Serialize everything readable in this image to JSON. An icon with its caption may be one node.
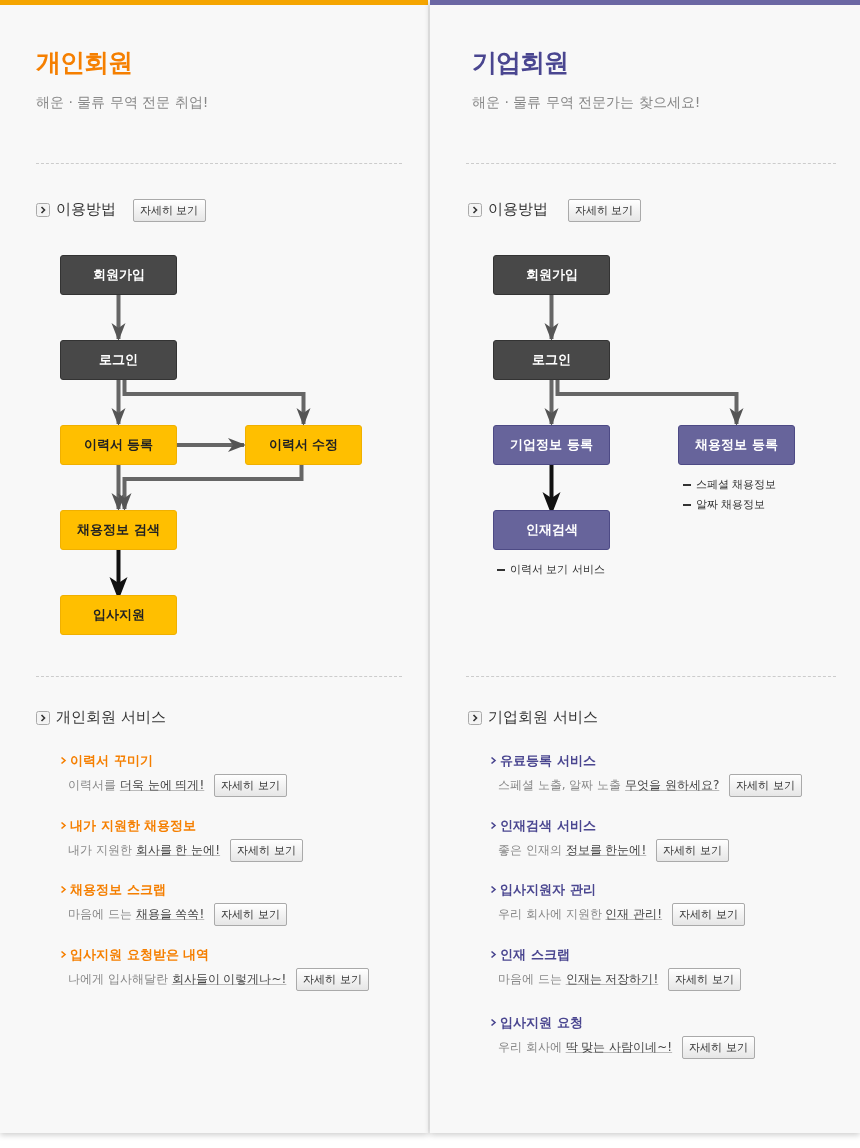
{
  "diagram": {
    "nodes": [
      {
        "text": [
          "회원가입"
        ]
      },
      {
        "text": [
          "로그인"
        ]
      },
      {
        "text": [
          "이력서 등록"
        ]
      },
      {
        "text": [
          "이력서 수정"
        ]
      },
      {
        "text": [
          "채용정보 검색"
        ]
      },
      {
        "text": [
          "입사지원"
        ]
      },
      {
        "text": [
          "회원가입"
        ]
      },
      {
        "text": [
          "로그인"
        ]
      },
      {
        "text": [
          "기업정보 등록"
        ]
      },
      {
        "text": [
          "채용정보 등록"
        ],
        "beside": [
          "스페셜 채용정보",
          "알짜 채용정보"
        ]
      },
      {
        "text": [
          "인재검색"
        ],
        "beside": [
          "이력서 보기 서비스"
        ]
      }
    ],
    "edges": [
      {
        "from": 0,
        "to": 1,
        "arrow": "to"
      },
      {
        "from": 1,
        "to": 2,
        "arrow": "to"
      },
      {
        "from": 1,
        "to": 3,
        "arrow": "to"
      },
      {
        "from": 2,
        "to": 3,
        "arrow": "to"
      },
      {
        "from": 2,
        "to": 4,
        "arrow": "to"
      },
      {
        "from": 3,
        "to": 4,
        "arrow": "to"
      },
      {
        "from": 4,
        "to": 5,
        "arrow": "to",
        "color": "#111111"
      },
      {
        "from": 6,
        "to": 7,
        "arrow": "to"
      },
      {
        "from": 7,
        "to": 8,
        "arrow": "to"
      },
      {
        "from": 7,
        "to": 9,
        "arrow": "to"
      },
      {
        "from": 8,
        "to": 10,
        "arrow": "to",
        "color": "#111111"
      }
    ],
    "labels": [
      "개인회원",
      "해운 · 물류 무역 전문 취업!",
      "이용방법",
      "자세히 보기",
      "개인회원 서비스",
      "이력서 꾸미기",
      "이력서를 **더욱 눈에 띄게!**",
      "자세히 보기",
      "내가 지원한 채용정보",
      "내가 지원한 **회사를 한 눈에!**",
      "자세히 보기",
      "채용정보 스크랩",
      "마음에 드는 **채용을 쏙쏙!**",
      "자세히 보기",
      "입사지원 요청받은 내역",
      "나에게 입사해달란 **회사들이 이렇게나~!**",
      "자세히 보기",
      "기업회원",
      "해운 · 물류 무역 전문가는 찾으세요!",
      "이용방법",
      "자세히 보기",
      "기업회원 서비스",
      "유료등록 서비스",
      "스페셜 노출, 알짜 노출 **무엇을 원하세요?**",
      "자세히 보기",
      "인재검색 서비스",
      "좋은 인재의 **정보를 한눈에!**",
      "자세히 보기",
      "입사지원자 관리",
      "우리 회사에 지원한 **인재 관리!**",
      "자세히 보기",
      "인재 스크랩",
      "마음에 드는 **인재는 저장하기!**",
      "자세히 보기",
      "입사지원 요청",
      "우리 회사에 **딱 맞는 사람이네~!**",
      "자세히 보기"
    ]
  }
}
